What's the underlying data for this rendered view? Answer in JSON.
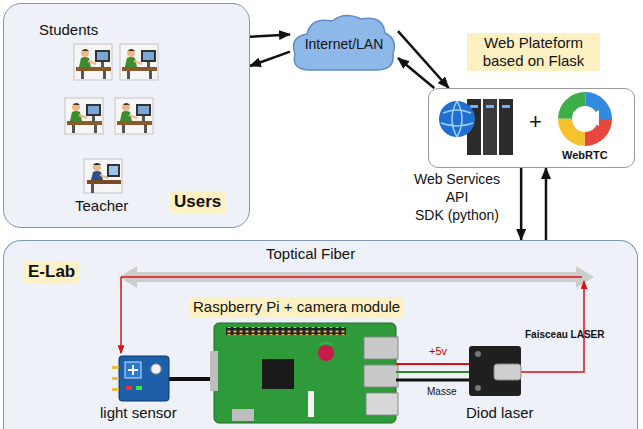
{
  "diagram": {
    "nodes": [
      {
        "text": [
          "Students",
          "Teacher",
          "Users"
        ]
      },
      {
        "text": [
          "Internet/LAN"
        ]
      },
      {
        "text": [
          "Web Plateform based on Flask",
          "+",
          "WebRTC"
        ]
      },
      {
        "text": [
          "E-Lab"
        ]
      }
    ],
    "edges": [
      {
        "from": 0,
        "to": 1,
        "arrow": "to"
      },
      {
        "from": 1,
        "to": 0,
        "arrow": "to"
      },
      {
        "from": 1,
        "to": 2,
        "arrow": "to"
      },
      {
        "from": 2,
        "to": 1,
        "arrow": "to"
      },
      {
        "from": 2,
        "to": 3,
        "arrow": "to"
      },
      {
        "from": 3,
        "to": 2,
        "arrow": "to"
      }
    ],
    "labels": [
      "Web Services",
      "API",
      "SDK (python)",
      "Toptical Fiber",
      "Raspberry Pi + camera module",
      "light sensor",
      "+5v",
      "Masse",
      "Faisceau LASER",
      "Diod laser"
    ]
  }
}
